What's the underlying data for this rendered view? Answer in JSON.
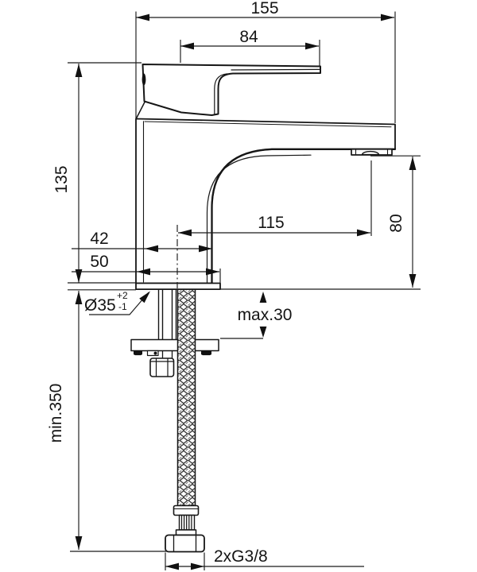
{
  "colors": {
    "line": "#161616",
    "background": "#ffffff"
  },
  "dimensions": {
    "overall_length": "155",
    "lever_projection": "84",
    "body_height": "135",
    "spout_projection": "115",
    "body_depth": "42",
    "base_depth": "50",
    "outlet_height": "80",
    "max_deck_thickness": "max.30",
    "min_hose_length": "min.350",
    "hole_diameter": "Ø35",
    "hole_tol_upper": "+2",
    "hole_tol_lower": "-1",
    "supply_connection": "2xG3/8"
  }
}
